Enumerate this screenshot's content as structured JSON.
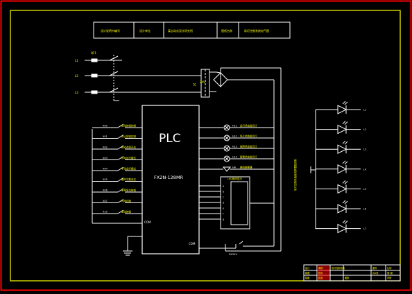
{
  "colors": {
    "background": "#000000",
    "outer_frame": "#ff0000",
    "inner_frame": "#ffff00",
    "wire": "#ffffff",
    "label": "#ffff00",
    "accent": "#ff0000"
  },
  "header_table": {
    "cells": [
      "设计说明书编号",
      "设计单位",
      "某自动化设计研究所",
      "图纸名称",
      "彩灯控制系统电气图"
    ]
  },
  "power": {
    "phases": [
      "L1",
      "L2",
      "L3"
    ],
    "breaker_label": "QF1",
    "transformer_label": "TC",
    "transformer_output": "24V"
  },
  "plc": {
    "title": "PLC",
    "model": "FX2N-128MR",
    "com_in_label": "COM",
    "com_out_label": "COM"
  },
  "inputs": [
    {
      "addr": "X00",
      "label": "启动按钮控制"
    },
    {
      "addr": "X01",
      "label": "停止按钮控制"
    },
    {
      "addr": "X02",
      "label": "模式选择开关"
    },
    {
      "addr": "X03",
      "label": "自动运行模式"
    },
    {
      "addr": "X04",
      "label": "手动运行模式"
    },
    {
      "addr": "X05",
      "label": "循环次数设定"
    },
    {
      "addr": "X06",
      "label": "急停复位按钮"
    },
    {
      "addr": "X07",
      "label": "闪烁控制"
    },
    {
      "addr": "X10",
      "label": "复位按钮"
    }
  ],
  "outputs": [
    {
      "addr": "HL1",
      "label": "运行状态指示灯"
    },
    {
      "addr": "HL2",
      "label": "停止状态指示灯"
    },
    {
      "addr": "HL3",
      "label": "故障状态指示灯"
    },
    {
      "addr": "HL4",
      "label": "报警状态指示灯"
    },
    {
      "addr": "HA",
      "label": "蜂鸣报警器"
    }
  ],
  "led_display": {
    "title": "LED数码显示",
    "segments": [
      "a",
      "b",
      "c",
      "d",
      "e",
      "f",
      "g"
    ]
  },
  "dc_supply_label": "DC24V",
  "vertical_note": "彩灯控制系统接线原理图说明",
  "leds": {
    "labels": [
      "L1",
      "L2",
      "L3",
      "L4",
      "L5",
      "L6",
      "L7"
    ]
  },
  "title_block": {
    "rows": [
      [
        "设计",
        "审核",
        "彩灯控制系统",
        "",
        "图号",
        "比例"
      ],
      [
        "制图",
        "校对",
        "",
        "",
        "共1张",
        "第1张"
      ],
      [
        "描图",
        "批准",
        "",
        "图纸",
        "",
        "学院"
      ]
    ]
  }
}
